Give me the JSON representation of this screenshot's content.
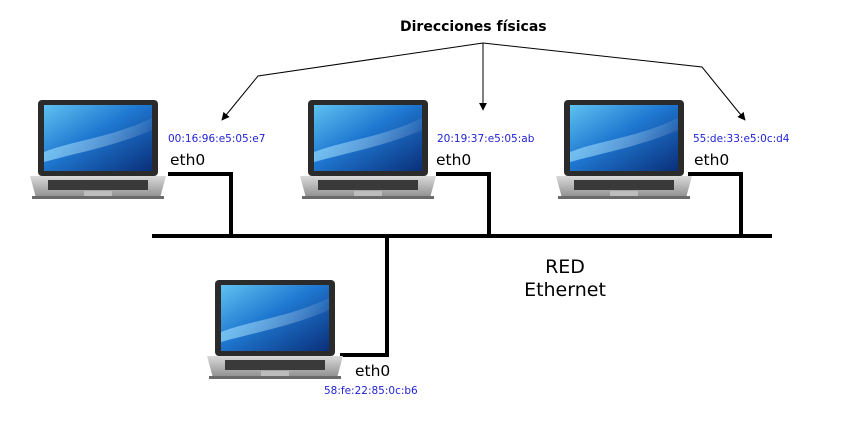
{
  "title": "Direcciones físicas",
  "network": {
    "line1": "RED",
    "line2": "Ethernet"
  },
  "hosts": [
    {
      "mac": "00:16:96:e5:05:e7",
      "iface": "eth0"
    },
    {
      "mac": "20:19:37:e5:05:ab",
      "iface": "eth0"
    },
    {
      "mac": "55:de:33:e5:0c:d4",
      "iface": "eth0"
    },
    {
      "mac": "58:fe:22:85:0c:b6",
      "iface": "eth0"
    }
  ],
  "colors": {
    "mac_text": "#1f1fd6",
    "cable": "#000000",
    "screen": "#1d63b8"
  }
}
